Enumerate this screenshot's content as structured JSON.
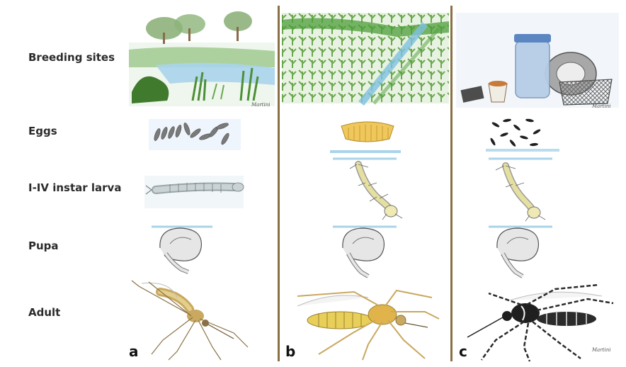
{
  "rows": {
    "breeding_sites": "Breeding sites",
    "eggs": "Eggs",
    "larva": "I-IV instar larva",
    "pupa": "Pupa",
    "adult": "Adult"
  },
  "panels": {
    "a": "a",
    "b": "b",
    "c": "c"
  },
  "colors": {
    "divider": "#8a7045",
    "water": "#a9d4ea",
    "vegetation": "#5e9a3c",
    "larva_a": "#b9c6c9",
    "larva_bc": "#e5e0a0",
    "adult_a": "#c9a860",
    "adult_b": "#e8cf5a",
    "adult_c": "#2b2b2b"
  }
}
